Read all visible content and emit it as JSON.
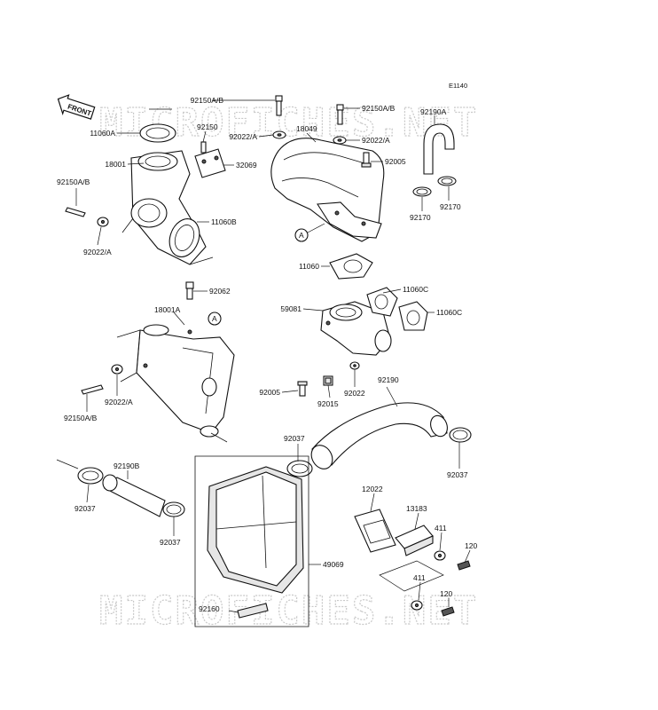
{
  "diagram_code": "E1140",
  "front_indicator": "FRONT",
  "watermark": "MICROFICHES.NET",
  "callout_letter": "A",
  "labels": {
    "p92150ab_top": "92150A/B",
    "p92150ab_right": "92150A/B",
    "p92190a": "92190A",
    "p11060a": "11060A",
    "p92150": "92150",
    "p92022a_top": "92022/A",
    "p18049": "18049",
    "p92022a_right": "92022/A",
    "p18001": "18001",
    "p32069": "32069",
    "p92005_top": "92005",
    "p92150ab_left": "92150A/B",
    "p11060b": "11060B",
    "p92170_right": "92170",
    "p92170_bottom": "92170",
    "p92022a_left": "92022/A",
    "p11060": "11060",
    "p92062": "92062",
    "p11060c_top": "11060C",
    "p18001a": "18001A",
    "p59081": "59081",
    "p11060c_right": "11060C",
    "p92190": "92190",
    "p92005_mid": "92005",
    "p92015": "92015",
    "p92022": "92022",
    "p92022a_mid": "92022/A",
    "p92150ab_mid": "92150A/B",
    "p92037_mid": "92037",
    "p92037_right": "92037",
    "p92190b": "92190B",
    "p12022": "12022",
    "p13183": "13183",
    "p92037_left": "92037",
    "p92037_low": "92037",
    "p411_top": "411",
    "p120_top": "120",
    "p49069": "49069",
    "p411_low": "411",
    "p120_low": "120",
    "p92160": "92160"
  }
}
